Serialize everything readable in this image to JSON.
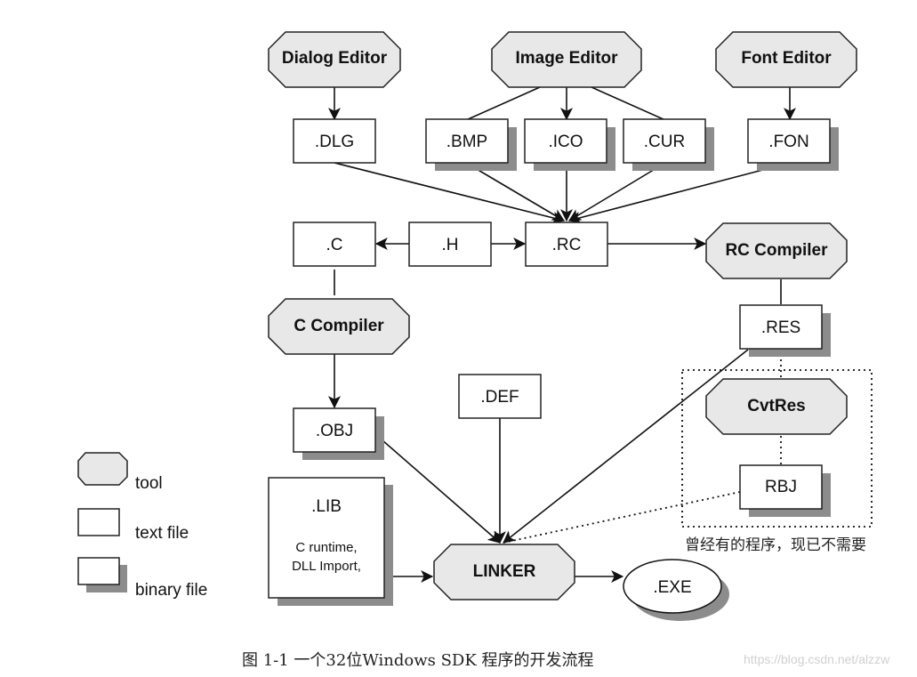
{
  "diagram": {
    "tools": {
      "dialog_editor": "Dialog Editor",
      "image_editor": "Image Editor",
      "font_editor": "Font Editor",
      "rc_compiler": "RC Compiler",
      "c_compiler": "C Compiler",
      "cvtres": "CvtRes",
      "linker": "LINKER"
    },
    "text_files": {
      "dlg": ".DLG",
      "c": ".C",
      "h": ".H",
      "rc": ".RC",
      "def": ".DEF"
    },
    "binary_files": {
      "bmp": ".BMP",
      "ico": ".ICO",
      "cur": ".CUR",
      "fon": ".FON",
      "res": ".RES",
      "obj": ".OBJ",
      "rbj": "RBJ",
      "lib": ".LIB",
      "lib_line1": "C runtime,",
      "lib_line2": "DLL Import,"
    },
    "output": {
      "exe": ".EXE"
    },
    "obsolete_note": "曾经有的程序，现已不需要",
    "legend": {
      "tool": "tool",
      "text_file": "text file",
      "binary_file": "binary file"
    }
  },
  "caption": "图 1-1 一个32位Windows SDK 程序的开发流程",
  "watermark": "https://blog.csdn.net/alzzw"
}
